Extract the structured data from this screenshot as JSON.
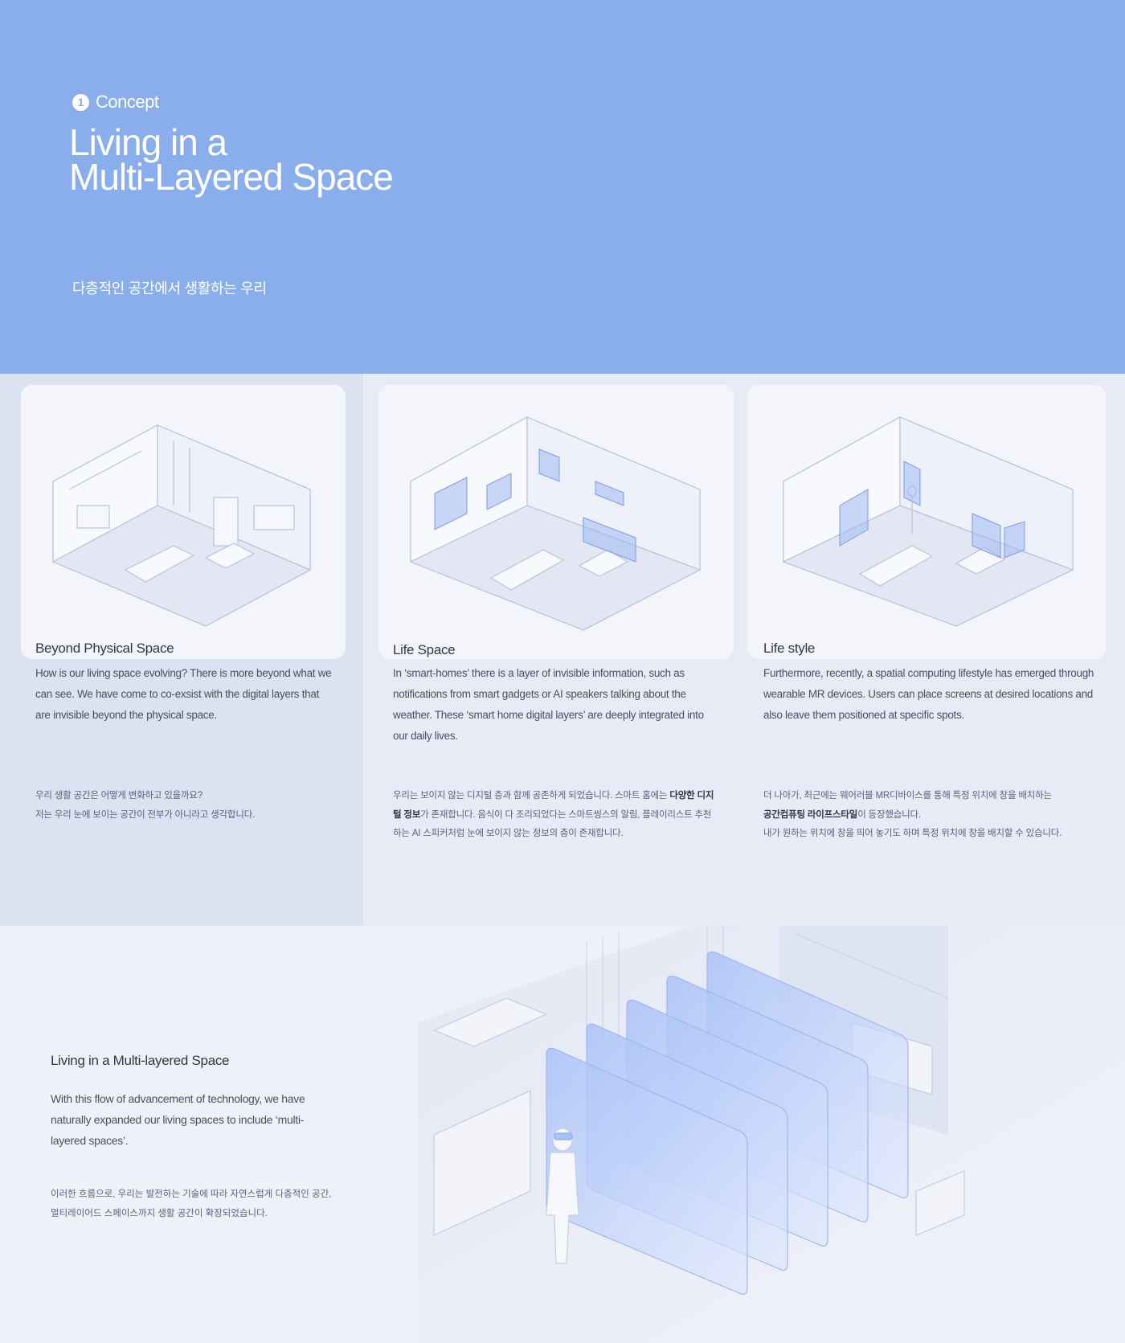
{
  "hero": {
    "concept_number": "1",
    "concept_label": "Concept",
    "title_line1": "Living in a",
    "title_line2": "Multi-Layered Space",
    "subtitle": "다층적인 공간에서 생활하는 우리"
  },
  "columns": [
    {
      "title": "Beyond Physical Space",
      "en": "How is our living space evolving? There is more beyond what we can see. We have come to co-exsist with the digital layers that are invisible beyond the physical space.",
      "ko_line1": "우리 생활 공간은 어떻게 변화하고 있을까요?",
      "ko_line2": "저는 우리 눈에 보이는 공간이 전부가 아니라고 생각합니다."
    },
    {
      "title": "Life Space",
      "en": " In ‘smart-homes’ there is a layer of invisible information, such as notifications from smart gadgets or AI speakers talking about the weather. These ‘smart home digital layers’ are deeply integrated into our daily lives.",
      "ko_a": "우리는 보이지 않는 디지털 층과 함께 공존하게 되었습니다. 스마트 홈에는 ",
      "ko_bold": "다양한 디지털 정보",
      "ko_b": "가 존재합니다. 음식이 다 조리되었다는 스마트씽스의 알림, 플레이리스트 추천하는 AI 스피커처럼 눈에 보이지 않는 정보의 층이 존재합니다."
    },
    {
      "title": "Life style",
      "en": "Furthermore, recently, a spatial computing lifestyle has emerged through wearable MR devices. Users can place screens at desired locations and also leave them positioned at specific spots.",
      "ko_line1": "더 나아가, 최근에는 웨어러블 MR디바이스를 통해 특정 위치에 창을 배치하는",
      "ko_bold": "공간컴퓨팅 라이프스타일",
      "ko_line2_rest": "이 등장했습니다.",
      "ko_line3": "내가 원하는 위치에 창을 띄어 놓기도 하며 특정 위치에 창을 배치할 수 있습니다."
    }
  ],
  "bottom": {
    "title": "Living in a Multi-layered Space",
    "en": "With this flow of advancement of technology, we have naturally expanded our living spaces to include ‘multi-layered spaces’.",
    "ko_line1": "이러한 흐름으로, 우리는 발전하는 기술에 따라 자연스럽게 다층적인 공간,",
    "ko_line2": "멀티레이어드 스페이스까지 생활 공간이  확장되었습니다."
  },
  "colors": {
    "hero_bg": "#8aadeb",
    "panel_bg": "#e6ebf5",
    "panel1_bg": "#dbe2f0",
    "card_bg": "#f3f5fb",
    "accent_glass": "#8fb0f5"
  }
}
